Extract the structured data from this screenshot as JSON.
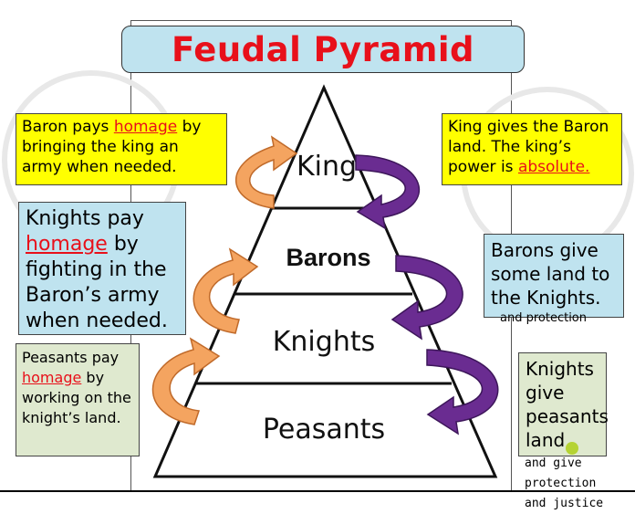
{
  "title": "Feudal Pyramid",
  "tiers": {
    "king": "King",
    "barons": "Barons",
    "knights": "Knights",
    "peasants": "Peasants"
  },
  "notes": {
    "baron_homage": {
      "before": "Baron pays ",
      "keyword": "homage",
      "after": " by bringing the king an army when needed."
    },
    "king_gives": {
      "before": "King gives the Baron land. The king’s power is ",
      "keyword": "absolute."
    },
    "knights_homage": {
      "before": "Knights pay ",
      "keyword": "homage",
      "after": " by fighting in the Baron’s army when needed."
    },
    "barons_give": {
      "text": "Barons give some land to the Knights."
    },
    "barons_give_extra": "and protection",
    "peasants_homage": {
      "before": "Peasants pay ",
      "keyword": "homage",
      "after": " by working on the knight’s land."
    },
    "knights_give": {
      "text": "Knights give peasants land"
    },
    "knights_give_extra": "and give protection and justice"
  },
  "colors": {
    "title_red": "#e8101a",
    "orange_arrow": "#f4a460",
    "purple_arrow": "#6a2c91",
    "yellow_note": "#ffff00",
    "blue_note": "#bfe3ef",
    "green_note": "#dfe9cf",
    "dot": "#b5d334"
  }
}
